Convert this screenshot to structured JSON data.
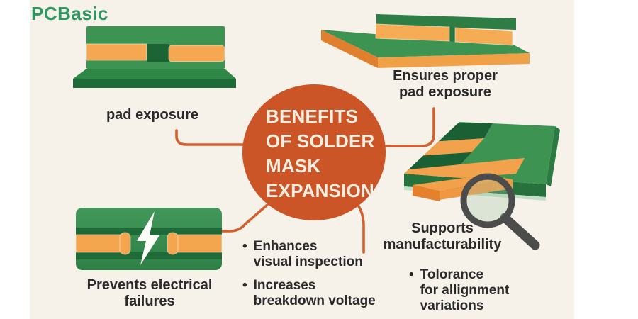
{
  "logo": {
    "text": "PCBasic",
    "color": "#2D9763"
  },
  "center_circle": {
    "title": "BENEFITS\nOF SOLDER\nMASK\nEXPANSION",
    "bg_color": "#CB5527",
    "text_color": "#F7EFE2"
  },
  "labels": {
    "top_left": "pad exposure",
    "top_right": "Ensures proper\npad exposure",
    "bottom_left": "Prevents electrical\nfailures",
    "right": "Supports\nmanufacturability"
  },
  "bullet_lists": {
    "center_bottom": [
      {
        "marker": "•",
        "text": "Enhances\nvisual inspection"
      },
      {
        "marker": "•",
        "text": "Increases\nbreakdown voltage"
      }
    ],
    "right_bottom": [
      {
        "marker": "•",
        "text": "Tolorance\nfor allignment\nvariations"
      }
    ]
  },
  "icons": {
    "lightning": "lightning-bolt-icon",
    "magnifier": "magnifying-glass-icon"
  },
  "colors": {
    "panel_bg": "#F6F1E9",
    "connector": "#D2602E",
    "board_green": "#3D9452",
    "board_green_dark": "#1E6B37",
    "pad_orange": "#F5A851",
    "edge_orange": "#EF9741",
    "magnifier_gray": "#4C4C4C",
    "text_black": "#2A2A2A"
  }
}
